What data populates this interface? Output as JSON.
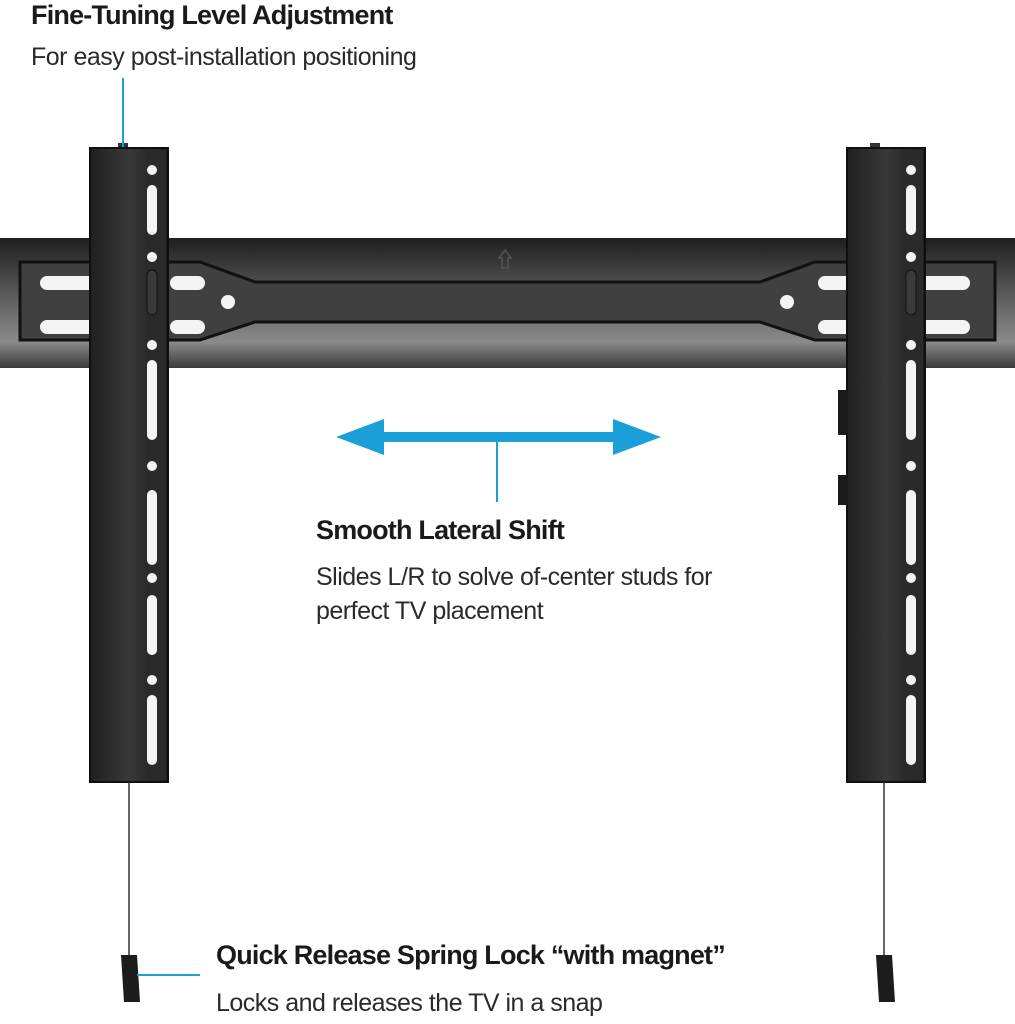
{
  "callouts": {
    "fine_tuning": {
      "title": "Fine-Tuning Level Adjustment",
      "description": "For easy post-installation positioning"
    },
    "lateral_shift": {
      "title": "Smooth Lateral Shift",
      "description_line1": "Slides L/R to solve of-center studs for",
      "description_line2": "perfect  TV placement"
    },
    "spring_lock": {
      "title": "Quick Release Spring Lock  “with magnet”",
      "description": "Locks and releases the TV in a snap"
    }
  },
  "colors": {
    "accent": "#1a9fd8",
    "metal": "#2b2b2b",
    "text": "#1a1a1a"
  }
}
